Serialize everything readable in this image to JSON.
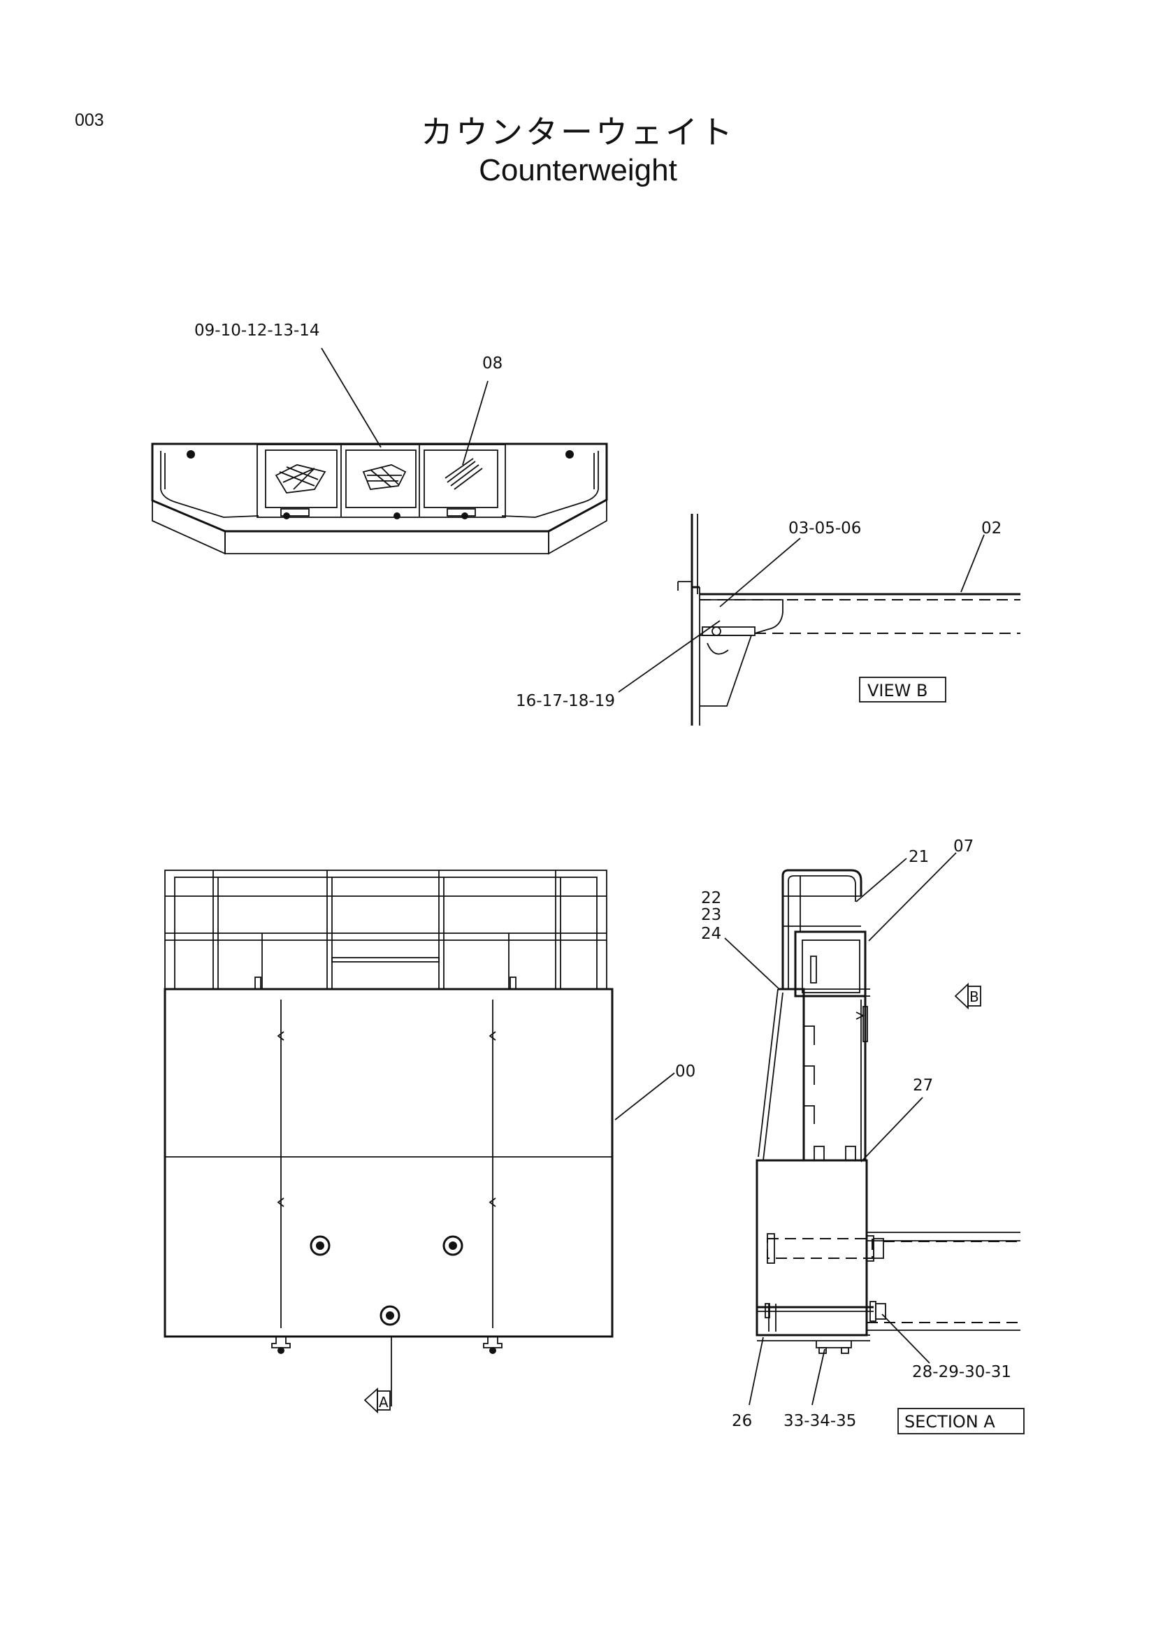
{
  "page": {
    "number": "003"
  },
  "title": {
    "japanese": "カウンターウェイト",
    "english": "Counterweight"
  },
  "callouts": {
    "top_view": {
      "parts_a": "09-10-12-13-14",
      "parts_b": "08"
    },
    "view_b": {
      "label": "VIEW  B",
      "parts_a": "03-05-06",
      "parts_b": "02",
      "parts_c": "16-17-18-19"
    },
    "front_view": {
      "parts_a": "00",
      "section_marker": "A"
    },
    "section_a": {
      "label": "SECTION  A",
      "parts_21": "21",
      "parts_07": "07",
      "parts_22": "22",
      "parts_23": "23",
      "parts_24": "24",
      "parts_27": "27",
      "parts_26": "26",
      "parts_33": "33-34-35",
      "parts_28": "28-29-30-31",
      "view_marker": "B"
    }
  }
}
